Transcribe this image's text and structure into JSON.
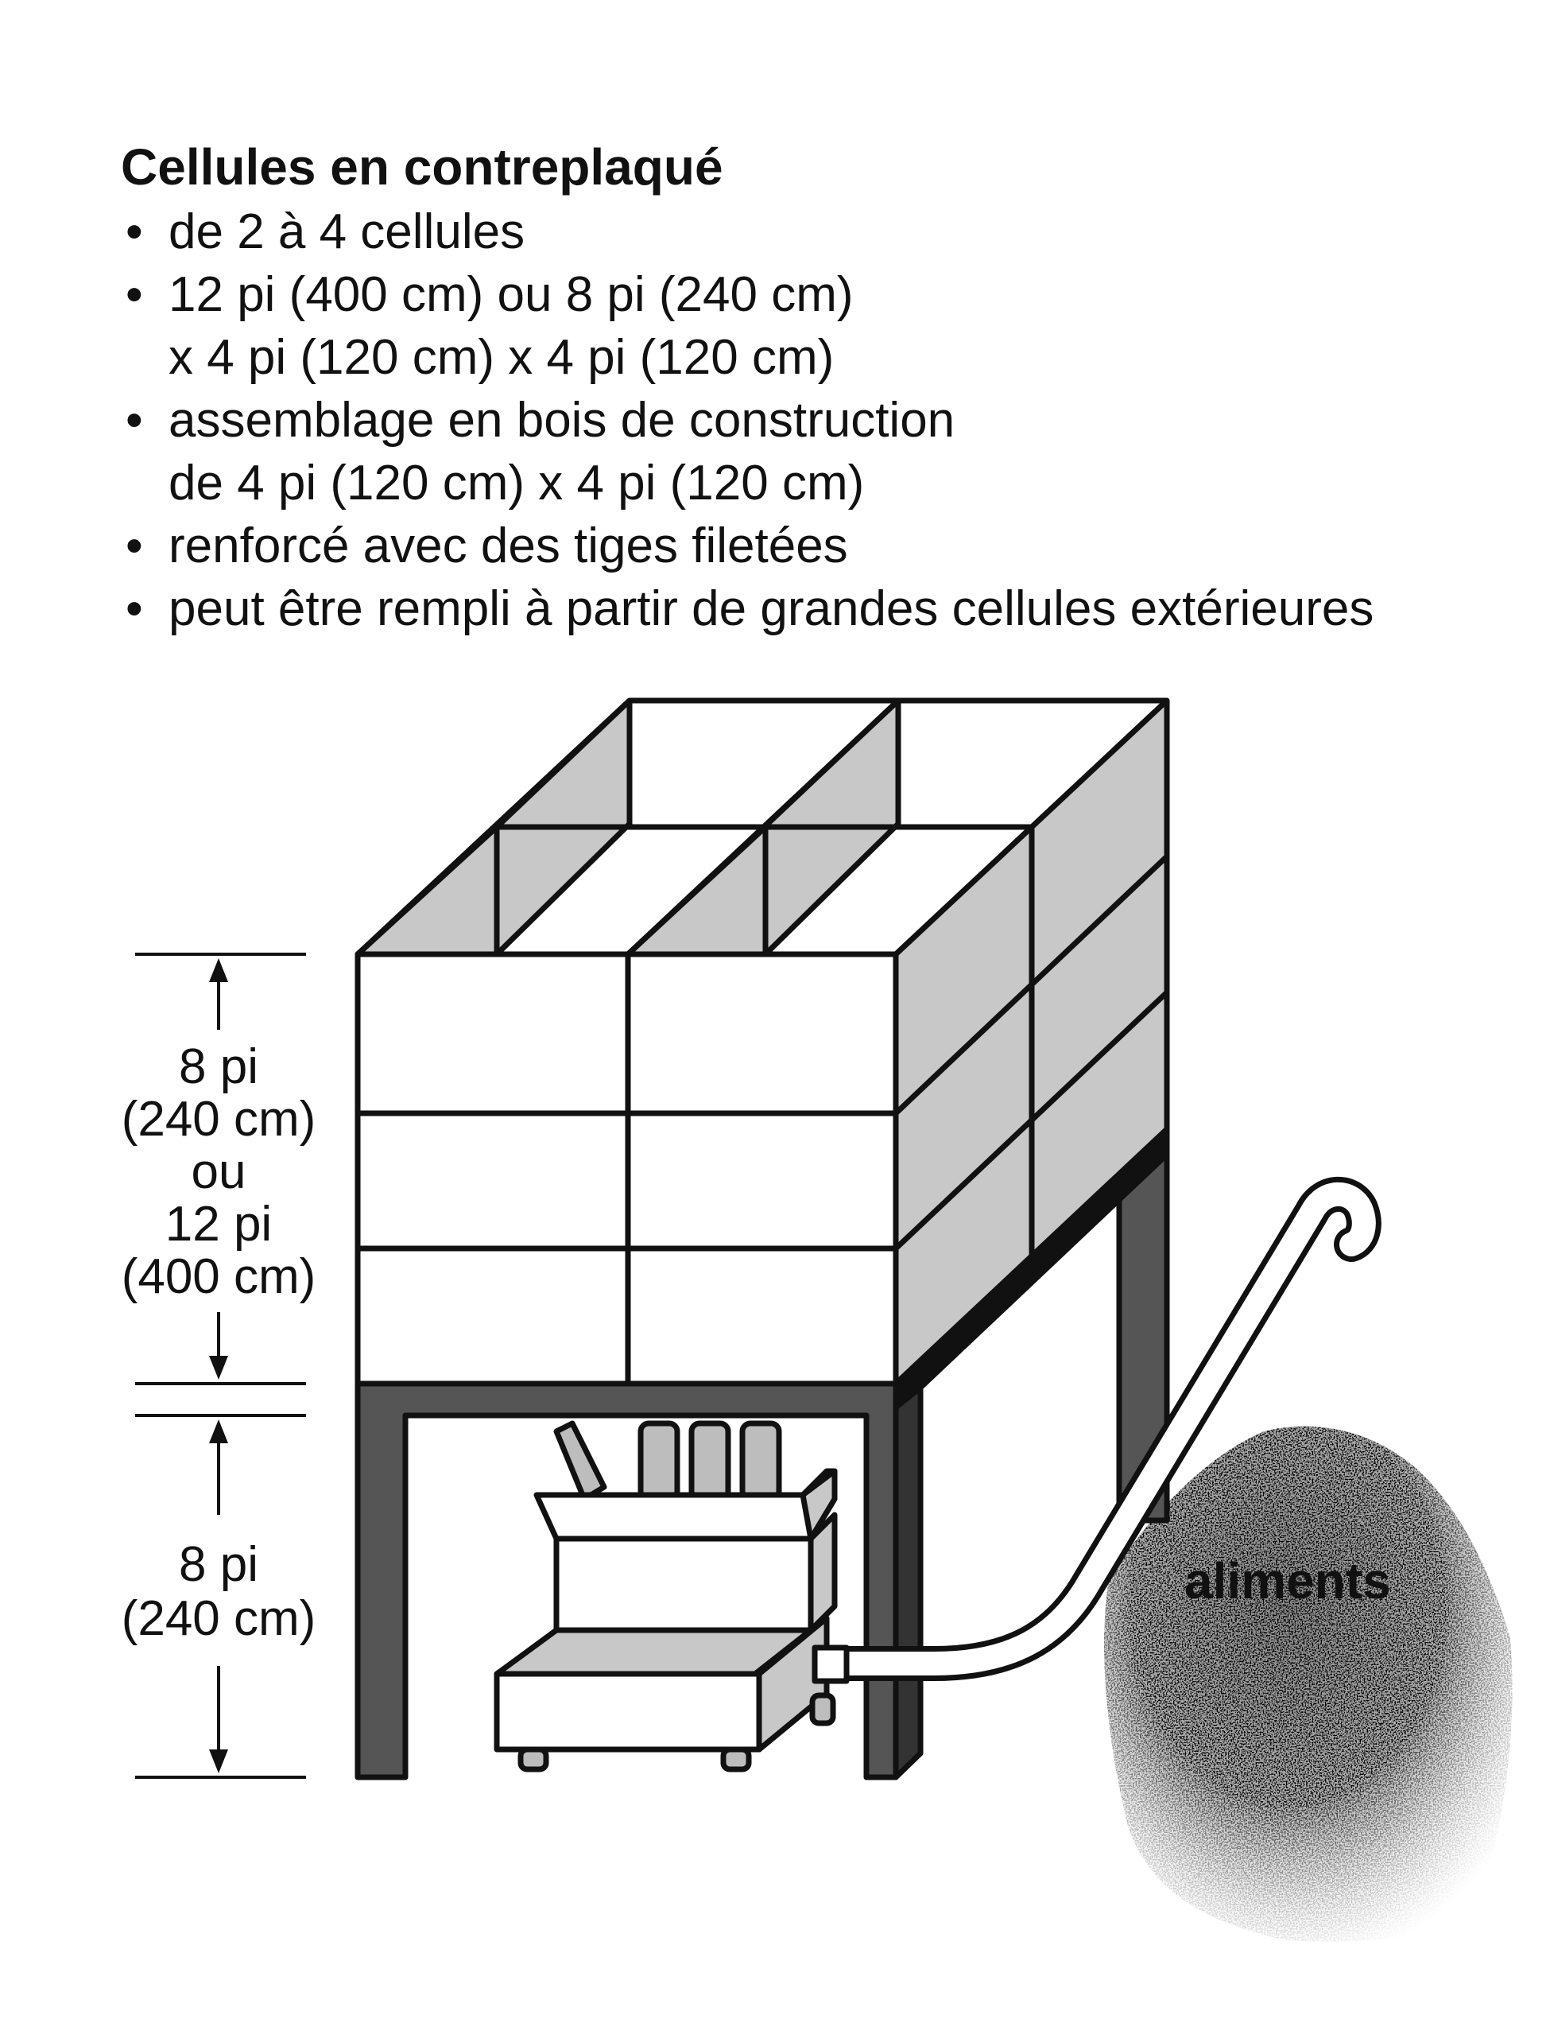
{
  "title": "Cellules en contreplaqué",
  "bullets": [
    {
      "lines": [
        "de 2 à 4 cellules"
      ]
    },
    {
      "lines": [
        "12 pi (400 cm) ou 8 pi (240 cm)",
        "x 4 pi (120 cm) x 4 pi (120 cm)"
      ]
    },
    {
      "lines": [
        "assemblage en bois de construction",
        "de 4 pi (120 cm) x 4 pi (120 cm)"
      ]
    },
    {
      "lines": [
        "renforcé avec des tiges filetées"
      ]
    },
    {
      "lines": [
        "peut être rempli à partir de grandes cellules extérieures"
      ]
    }
  ],
  "bullet_glyph": "•",
  "dim_upper": {
    "l1": "8 pi",
    "l2": "(240 cm)",
    "l3": "ou",
    "l4": "12 pi",
    "l5": "(400 cm)"
  },
  "dim_lower": {
    "l1": "8 pi",
    "l2": "(240 cm)"
  },
  "feed_label": "aliments",
  "colors": {
    "panel_shade": "#c8c8c8",
    "stand_fill": "#555555",
    "line": "#111111",
    "feed_pile": "#a9a9a9"
  }
}
